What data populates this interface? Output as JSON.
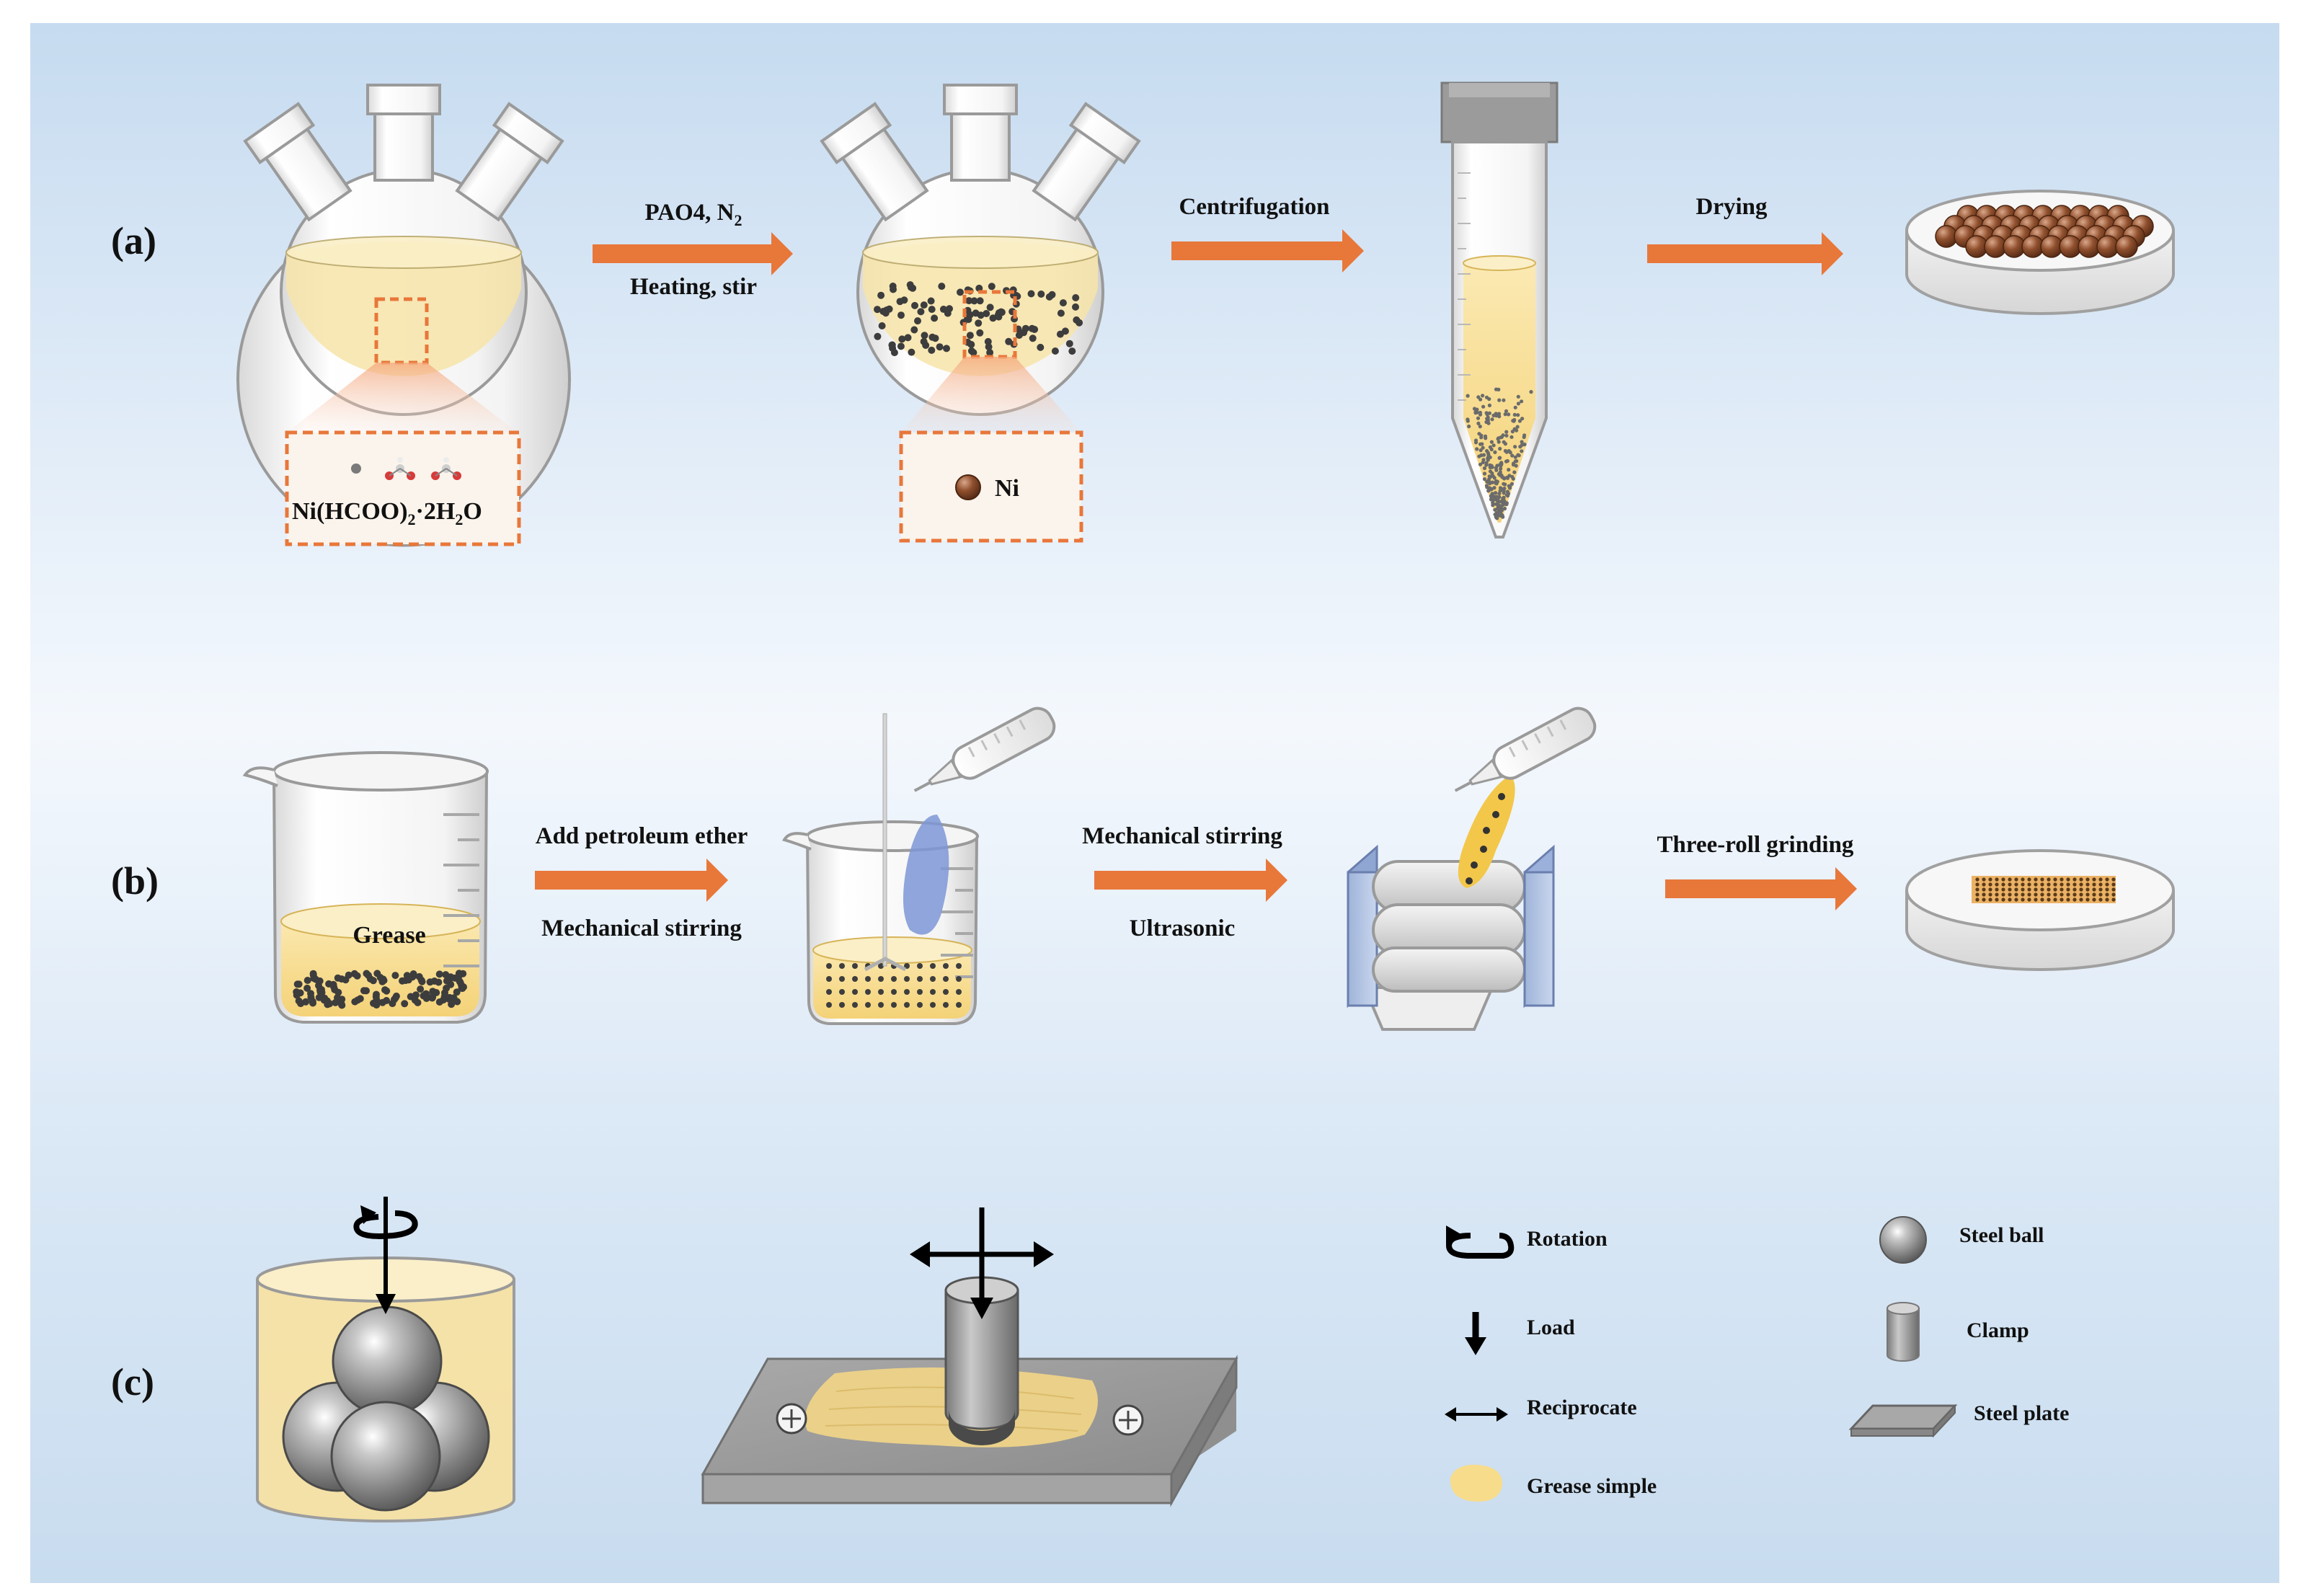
{
  "panels": {
    "a": {
      "label": "(a)",
      "step1_top": "PAO4, N",
      "step1_top_sub": "2",
      "step1_bottom": "Heating, stir",
      "step2": "Centrifugation",
      "step3": "Drying",
      "precursor_formula": {
        "p1": "Ni(HCOO)",
        "s1": "2",
        "p2": "·2H",
        "s2": "2",
        "p3": "O"
      },
      "product": "Ni"
    },
    "b": {
      "label": "(b)",
      "beaker_content": "Grease",
      "step1_top": "Add petroleum ether",
      "step1_bottom": "Mechanical stirring",
      "step2_top": "Mechanical stirring",
      "step2_bottom": "Ultrasonic",
      "step3": "Three-roll grinding"
    },
    "c": {
      "label": "(c)"
    }
  },
  "legend": {
    "rotation": "Rotation",
    "load": "Load",
    "reciprocate": "Reciprocate",
    "grease": "Grease simple",
    "steel_ball": "Steel ball",
    "clamp": "Clamp",
    "steel_plate": "Steel plate"
  },
  "colors": {
    "arrow": "#e8773a",
    "grease": "#f7dc8c",
    "highlight": "#e8773a",
    "particle": "#3d3d3d",
    "nickel": "#8a4a2a",
    "background_top": "#cfe0f1",
    "background_mid": "#f3f7fc"
  }
}
